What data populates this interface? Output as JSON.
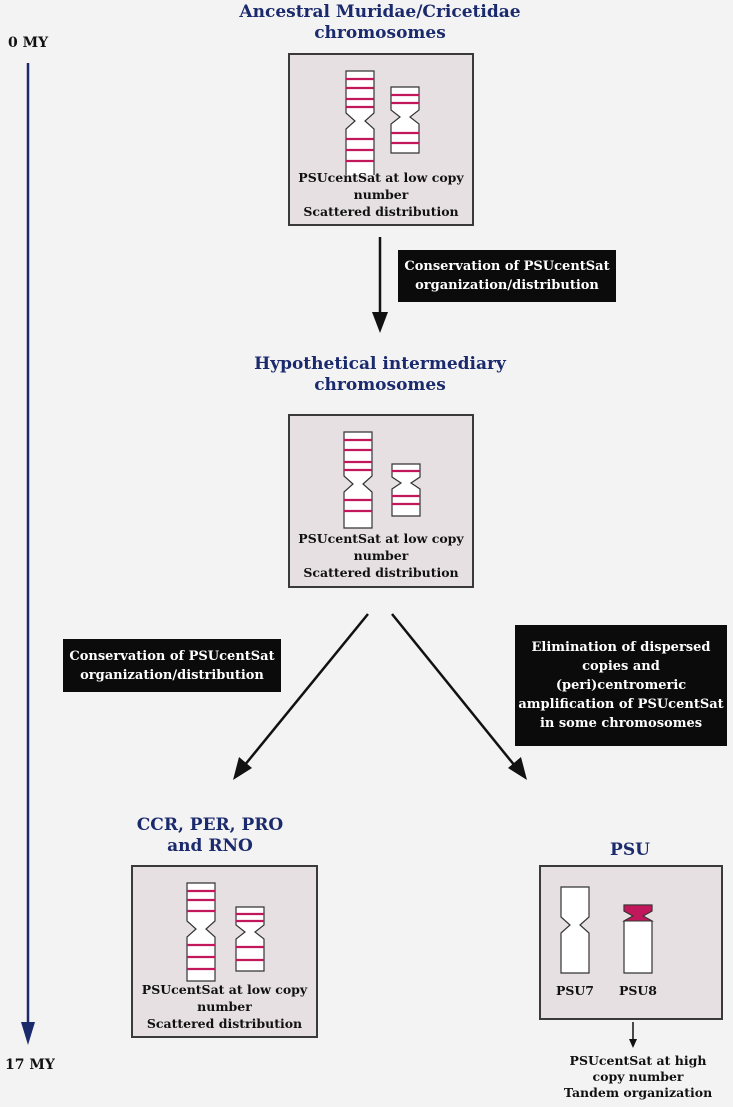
{
  "timeline": {
    "start_label": "0 MY",
    "end_label": "17 MY",
    "color": "#1a2a6c"
  },
  "colors": {
    "band": "#c0185a",
    "title": "#1a2a6c",
    "box_fill": "#e6e0e2",
    "callout_fill": "#0b0b0b"
  },
  "ancestral": {
    "title_line1": "Ancestral Muridae/Cricetidae",
    "title_line2": "chromosomes",
    "caption_line1": "PSUcentSat at low copy",
    "caption_line2": "number",
    "caption_line3": "Scattered distribution"
  },
  "callout_top": {
    "line1": "Conservation of PSUcentSat",
    "line2": "organization/distribution"
  },
  "intermediary": {
    "title_line1": "Hypothetical intermediary",
    "title_line2": "chromosomes",
    "caption_line1": "PSUcentSat at low copy",
    "caption_line2": "number",
    "caption_line3": "Scattered distribution"
  },
  "callout_left": {
    "line1": "Conservation of PSUcentSat",
    "line2": "organization/distribution"
  },
  "callout_right": {
    "line1": "Elimination of dispersed",
    "line2": "copies and",
    "line3": "(peri)centromeric",
    "line4": "amplification of PSUcentSat",
    "line5": "in some chromosomes"
  },
  "ccr": {
    "title_line1": "CCR, PER, PRO",
    "title_line2": "and RNO",
    "caption_line1": "PSUcentSat at low copy",
    "caption_line2": "number",
    "caption_line3": "Scattered distribution"
  },
  "psu": {
    "title": "PSU",
    "chr1_label": "PSU7",
    "chr2_label": "PSU8",
    "note_line1": "PSUcentSat at high",
    "note_line2": "copy number",
    "note_line3": "Tandem organization"
  }
}
